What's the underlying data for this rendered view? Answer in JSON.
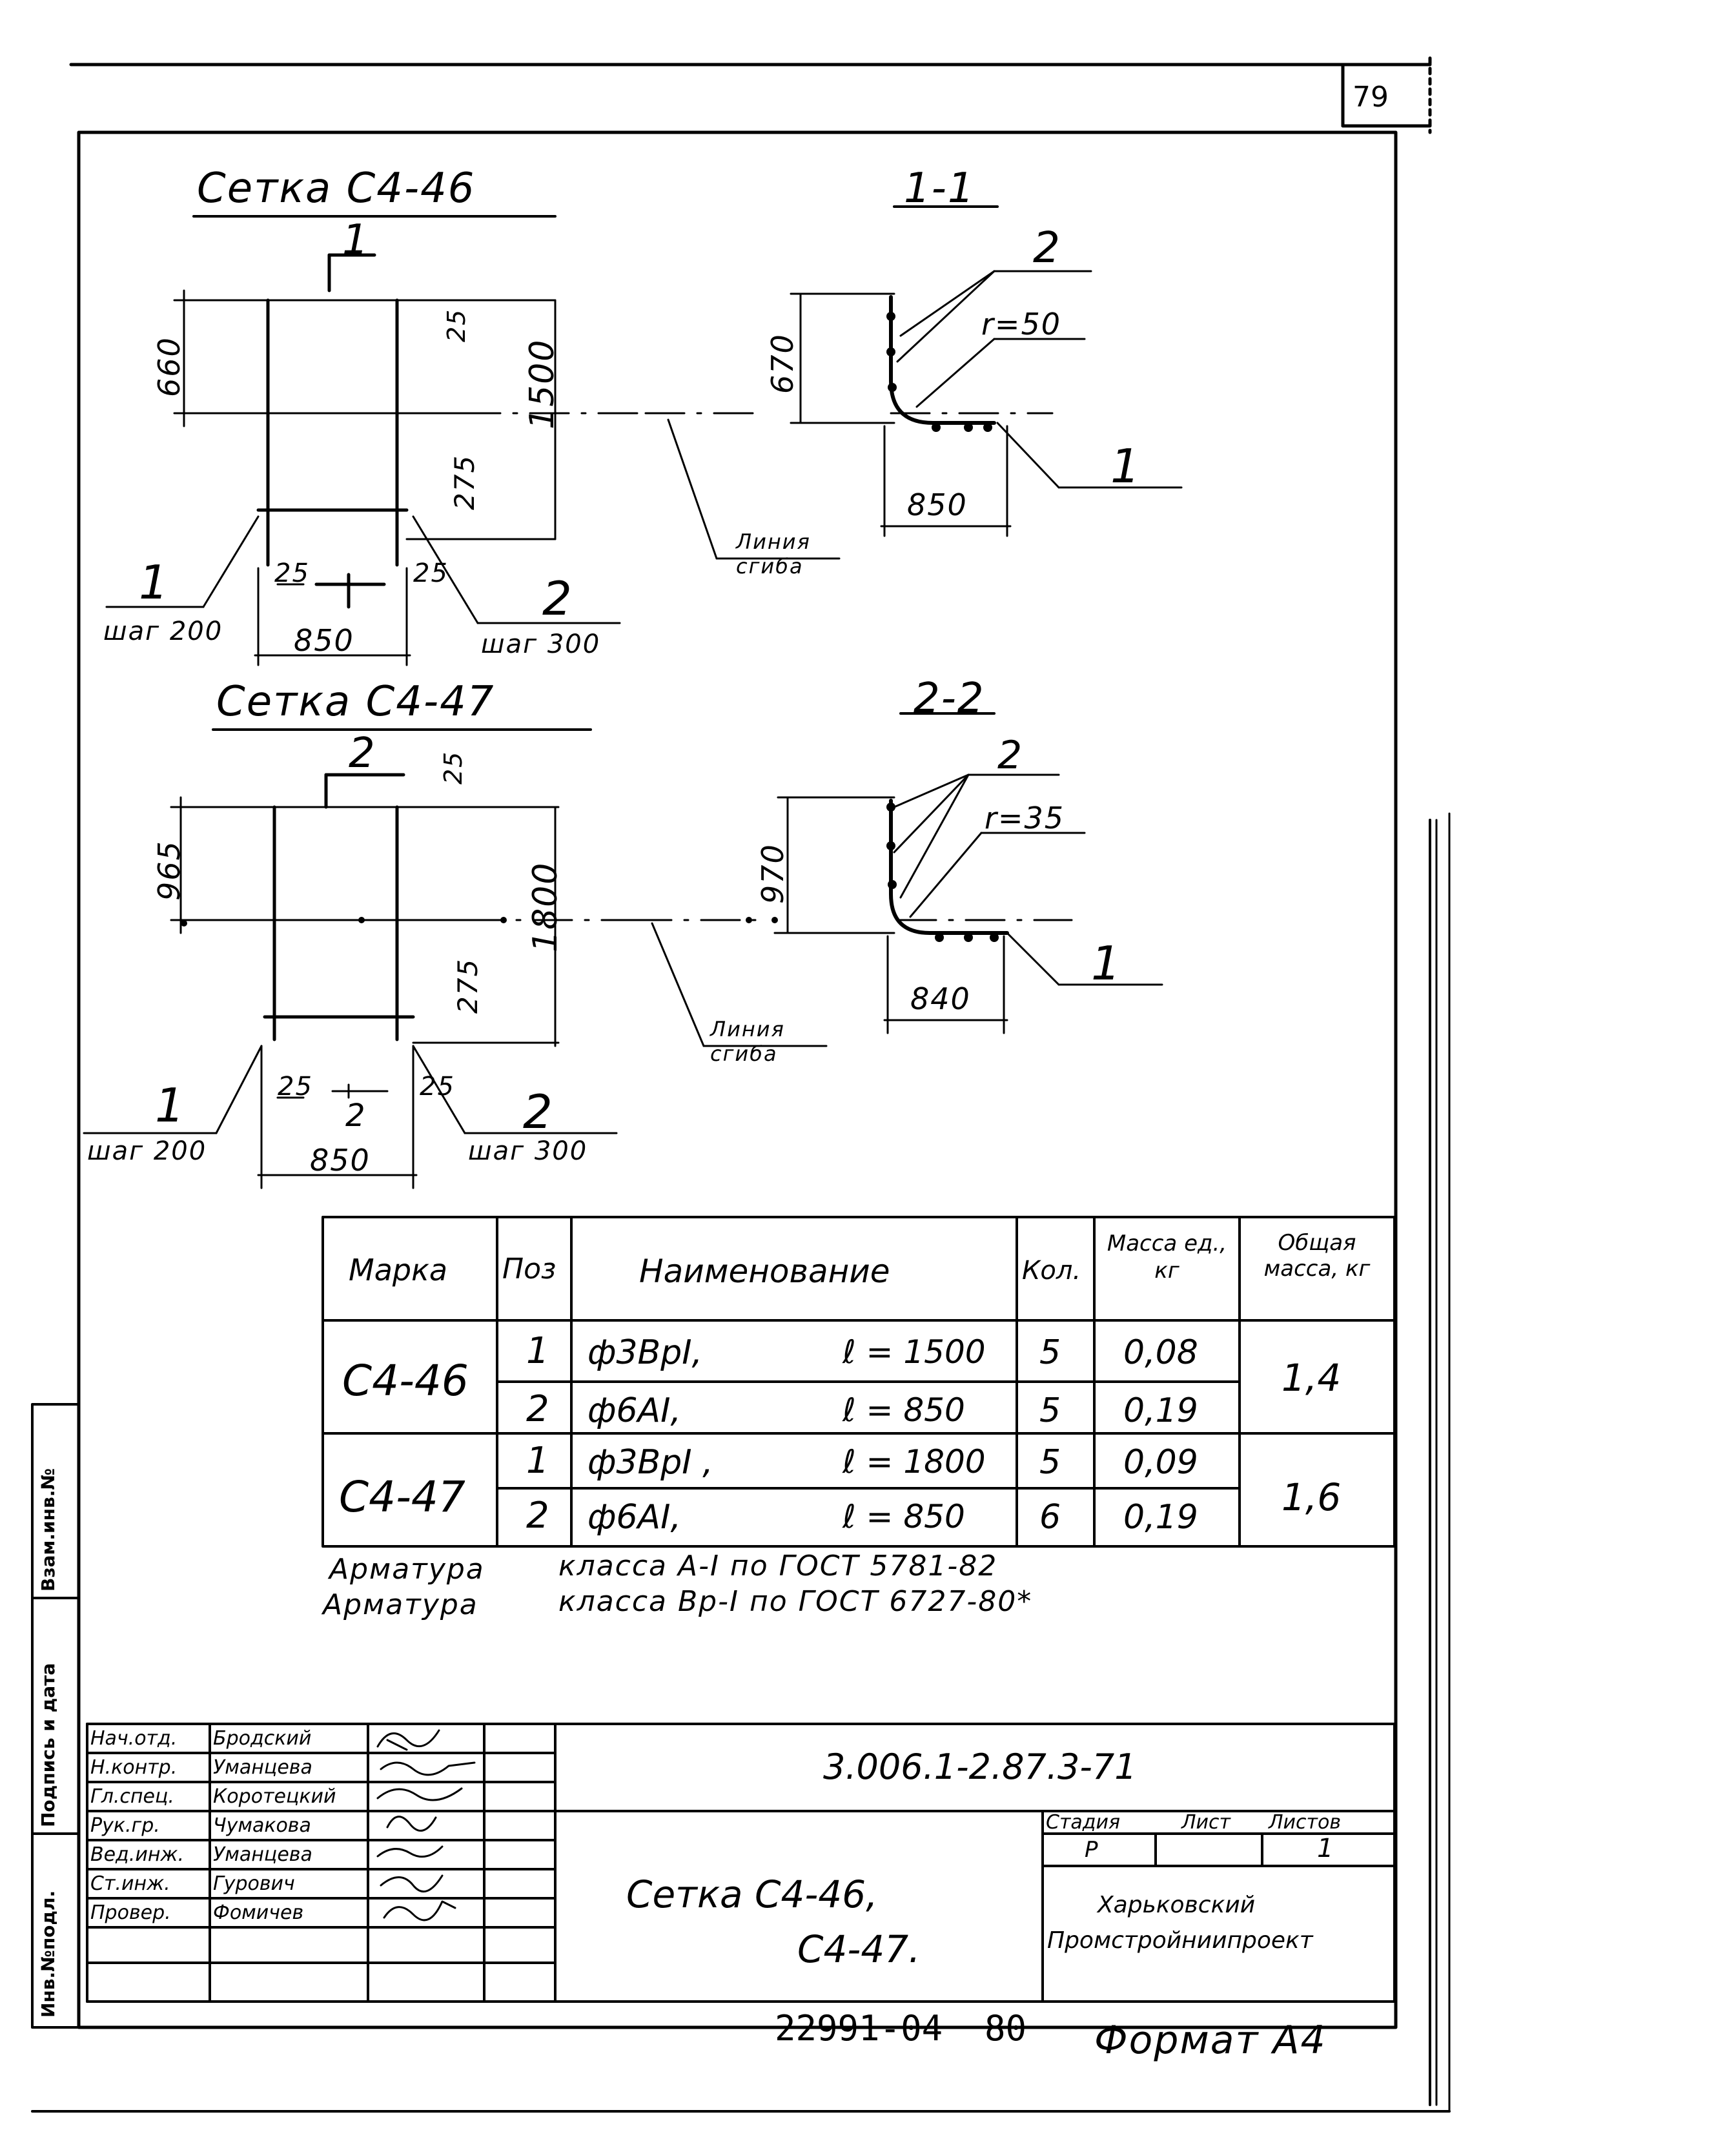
{
  "sheet": {
    "page_number": "79",
    "format_label": "Формат А4",
    "archive_number": "22991-04",
    "archive_sheet": "80"
  },
  "mesh_46": {
    "title": "Сетка С4-46",
    "section_mark": "1",
    "dims": {
      "d660": "660",
      "d1500": "1500",
      "d25top": "25",
      "d275": "275",
      "d25a": "25",
      "d25b": "25",
      "d850": "850"
    },
    "callout_1": {
      "pos": "1",
      "step": "шаг 200"
    },
    "callout_2": {
      "pos": "2",
      "step": "шаг 300"
    }
  },
  "section_11": {
    "title": "1-1",
    "dims": {
      "d670": "670",
      "d850": "850",
      "radius": "r=50"
    },
    "pos1": "1",
    "pos2": "2",
    "bend_line": "Линия сгиба"
  },
  "mesh_47": {
    "title": "Сетка С4-47",
    "section_mark": "2",
    "dims": {
      "d965": "965",
      "d1800": "1800",
      "d25top": "25",
      "d275": "275",
      "d25a": "25",
      "d25b": "25",
      "d850": "850",
      "mark2": "2"
    },
    "callout_1": {
      "pos": "1",
      "step": "шаг 200"
    },
    "callout_2": {
      "pos": "2",
      "step": "шаг 300"
    }
  },
  "section_22": {
    "title": "2-2",
    "dims": {
      "d970": "970",
      "d840": "840",
      "radius": "r=35"
    },
    "pos1": "1",
    "pos2": "2",
    "bend_line": "Линия сгиба"
  },
  "spec_table": {
    "headers": {
      "mark": "Марка",
      "pos": "Поз",
      "name": "Наименование",
      "qty": "Кол.",
      "mass_unit": "Масса ед., кг",
      "mass_total": "Общая масса, кг"
    },
    "groups": [
      {
        "mark": "С4-46",
        "total": "1,4",
        "rows": [
          {
            "pos": "1",
            "name": "ф3ВрI,",
            "length": "ℓ = 1500",
            "qty": "5",
            "mass": "0,08"
          },
          {
            "pos": "2",
            "name": "ф6АI,",
            "length": "ℓ = 850",
            "qty": "5",
            "mass": "0,19"
          }
        ]
      },
      {
        "mark": "С4-47",
        "total": "1,6",
        "rows": [
          {
            "pos": "1",
            "name": "ф3ВрI ,",
            "length": "ℓ = 1800",
            "qty": "5",
            "mass": "0,09"
          },
          {
            "pos": "2",
            "name": "ф6АI,",
            "length": "ℓ = 850",
            "qty": "6",
            "mass": "0,19"
          }
        ]
      }
    ]
  },
  "notes": [
    {
      "label": "Арматура",
      "text": "класса А-I по ГОСТ 5781-82"
    },
    {
      "label": "Арматура",
      "text": "класса Вр-I по ГОСТ 6727-80*"
    }
  ],
  "side_stamp": [
    "Инв.№подл.",
    "Подпись и дата",
    "Взам.инв.№"
  ],
  "title_block": {
    "roles": [
      {
        "role": "Нач.отд.",
        "name": "Бродский"
      },
      {
        "role": "Н.контр.",
        "name": "Уманцева"
      },
      {
        "role": "Гл.спец.",
        "name": "Коротецкий"
      },
      {
        "role": "Рук.гр.",
        "name": "Чумакова"
      },
      {
        "role": "Вед.инж.",
        "name": "Уманцева"
      },
      {
        "role": "Ст.инж.",
        "name": "Гурович"
      },
      {
        "role": "Провер.",
        "name": "Фомичев"
      }
    ],
    "doc_code": "3.006.1-2.87.3-71",
    "drawing_title_1": "Сетка С4-46,",
    "drawing_title_2": "С4-47.",
    "stage_label": "Стадия",
    "sheet_label": "Лист",
    "sheets_label": "Листов",
    "stage_value": "Р",
    "sheets_value": "1",
    "organization_1": "Харьковский",
    "organization_2": "Промстройниипроект"
  }
}
